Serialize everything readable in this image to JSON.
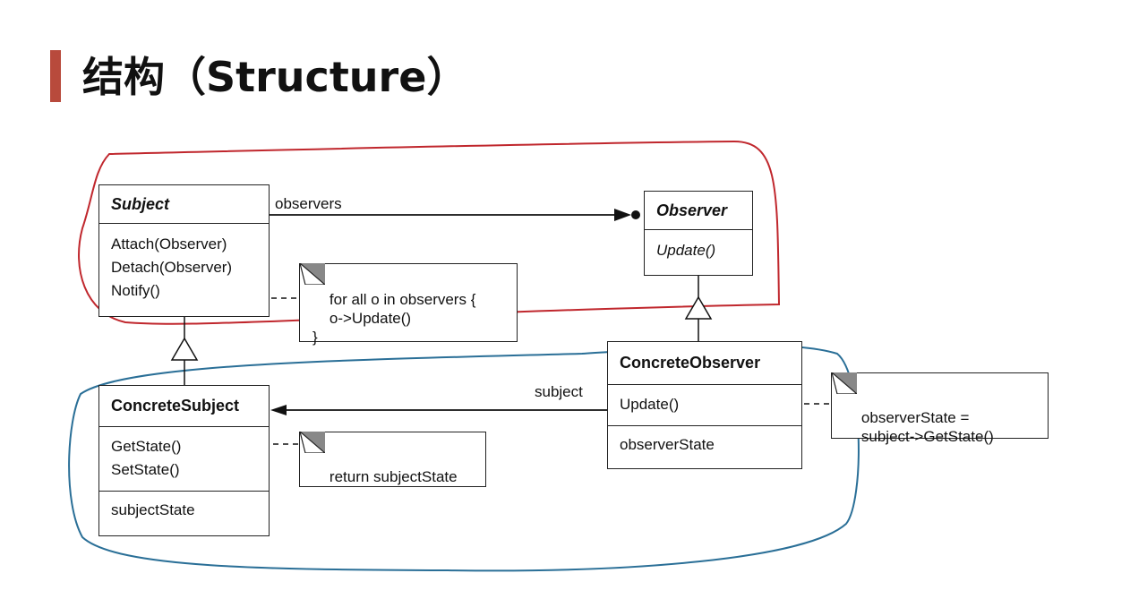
{
  "header": {
    "title": "结构（Structure）"
  },
  "diagram": {
    "subject": {
      "name": "Subject",
      "ops": [
        "Attach(Observer)",
        "Detach(Observer)",
        "Notify()"
      ]
    },
    "observer": {
      "name": "Observer",
      "ops": [
        "Update()"
      ]
    },
    "concrete_subject": {
      "name": "ConcreteSubject",
      "ops": [
        "GetState()",
        "SetState()"
      ],
      "state": "subjectState"
    },
    "concrete_observer": {
      "name": "ConcreteObserver",
      "ops": [
        "Update()"
      ],
      "state": "observerState"
    },
    "notes": {
      "notify": "for all o in observers {\n    o->Update()\n}",
      "getstate": "return subjectState",
      "update": "observerState =\n    subject->GetState()"
    },
    "labels": {
      "observers": "observers",
      "subject": "subject"
    },
    "annotation_colors": {
      "red": "#c0272d",
      "blue": "#2a6f97"
    }
  }
}
